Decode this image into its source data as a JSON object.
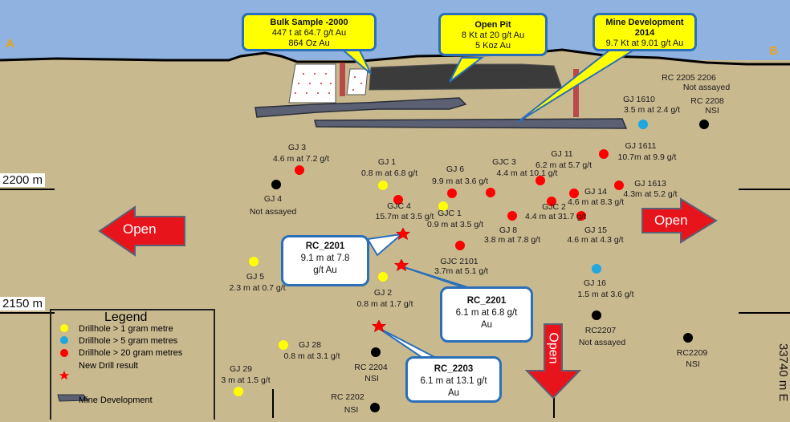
{
  "section": {
    "left_letter": "A",
    "right_letter": "B"
  },
  "elevations": {
    "upper": "2200 m",
    "lower": "2150 m"
  },
  "easting": "33740 m E",
  "callouts": {
    "bulk": {
      "title": "Bulk Sample -2000",
      "line1": "447 t at  64.7 g/t Au",
      "line2": "864 Oz Au"
    },
    "openpit": {
      "title": "Open Pit",
      "line1": "8 Kt at 20 g/t Au",
      "line2": "5 Koz Au"
    },
    "minedev": {
      "title": "Mine Development",
      "line1": "2014",
      "line2": "9.7 Kt at 9.01 g/t Au"
    }
  },
  "results": [
    {
      "title": "RC_2201",
      "line1": "9.1 m at 7.8",
      "line2": "g/t Au"
    },
    {
      "title": "RC_2201",
      "line1": "6.1 m at 6.8 g/t",
      "line2": "Au"
    },
    {
      "title": "RC_2203",
      "line1": "6.1 m at 13.1 g/t",
      "line2": "Au"
    }
  ],
  "open_labels": {
    "left": "Open",
    "right": "Open",
    "down": "Open"
  },
  "drillholes": [
    {
      "id": "gj3",
      "name": "GJ 3",
      "result": "4.6 m at  7.2 g/t",
      "class": "red"
    },
    {
      "id": "gj4",
      "name": "GJ 4",
      "result": "Not assayed",
      "class": "black"
    },
    {
      "id": "gj1",
      "name": "GJ 1",
      "result": "0.8 m at 6.8 g/t",
      "class": "yellow"
    },
    {
      "id": "gj6",
      "name": "GJ 6",
      "result": "9.9 m at 3.6 g/t",
      "class": "red"
    },
    {
      "id": "gjc3",
      "name": "GJC 3",
      "result": "4.4 m at 10.1 g/t",
      "class": "red"
    },
    {
      "id": "gj11",
      "name": "GJ 11",
      "result": "6.2 m at 5.7 g/t",
      "class": "red"
    },
    {
      "id": "gj1611",
      "name": "GJ 1611",
      "result": "10.7m  at 9.9 g/t",
      "class": "red"
    },
    {
      "id": "gj1613",
      "name": "GJ 1613",
      "result": "4.3m  at 5.2 g/t",
      "class": "red"
    },
    {
      "id": "gjc4",
      "name": "GJC 4",
      "result": "15.7m at 3.5 g/t",
      "class": "red"
    },
    {
      "id": "gjc1",
      "name": "GJC 1",
      "result": "0.9 m at 3.5 g/t",
      "class": "yellow"
    },
    {
      "id": "gj14",
      "name": "GJ 14",
      "result": "4.6 m at 8.3 g/t",
      "class": "red"
    },
    {
      "id": "gjc2",
      "name": "GJC 2",
      "result": "4.4 m at 31.7 g/t",
      "class": "red"
    },
    {
      "id": "gj8",
      "name": "GJ 8",
      "result": "3.8 m at 7.8 g/t",
      "class": "red"
    },
    {
      "id": "gj15",
      "name": "GJ 15",
      "result": "4.6 m at 4.3 g/t",
      "class": "red"
    },
    {
      "id": "gjc2101",
      "name": "GJC 2101",
      "result": "3.7m  at 5.1 g/t",
      "class": "red"
    },
    {
      "id": "gj5",
      "name": "GJ 5",
      "result": "2.3 m at 0.7 g/t",
      "class": "yellow"
    },
    {
      "id": "gj2",
      "name": "GJ 2",
      "result": "0.8 m at 1.7 g/t",
      "class": "yellow"
    },
    {
      "id": "gj16",
      "name": "GJ 16",
      "result": "1.5 m at 3.6 g/t",
      "class": "blue"
    },
    {
      "id": "rc2207",
      "name": "RC2207",
      "result": "Not assayed",
      "class": "black"
    },
    {
      "id": "gj28",
      "name": "GJ 28",
      "result": "0.8 m at 3.1 g/t",
      "class": "yellow"
    },
    {
      "id": "rc2204",
      "name": "RC 2204",
      "result": "NSI",
      "class": "black"
    },
    {
      "id": "rc2209",
      "name": "RC2209",
      "result": "NSI",
      "class": "black"
    },
    {
      "id": "gj29",
      "name": "GJ 29",
      "result": "3 m at 1.5 g/t",
      "class": "yellow"
    },
    {
      "id": "rc2202",
      "name": "RC 2202",
      "result": "NSI",
      "class": "black"
    },
    {
      "id": "gj1610",
      "name": "GJ 1610",
      "result": "3.5 m at 2.4 g/t",
      "class": "blue"
    },
    {
      "id": "rc2208",
      "name": "RC 2208",
      "result": "NSI",
      "class": "black"
    },
    {
      "id": "rc2205",
      "name": "RC 2205 2206",
      "result": "Not assayed",
      "class": "none"
    }
  ],
  "legend": {
    "title": "Legend",
    "items": [
      {
        "label": "Drillhole > 1 gram metre",
        "color": "#ffff00"
      },
      {
        "label": "Drillhole > 5 gram metres",
        "color": "#1ea7e1"
      },
      {
        "label": "Drillhole > 20 gram metres",
        "color": "#ff0000"
      },
      {
        "label": "New Drill result",
        "color": "#ff0000"
      },
      {
        "label": "Mine Development",
        "color": "#5b6172"
      }
    ]
  },
  "colors": {
    "sky": "#8fb2e0",
    "ground": "#c9b98f",
    "red_hole": "#ff0000",
    "yellow_hole": "#ffff00",
    "blue_hole": "#1ea7e1",
    "black_hole": "#000000",
    "arrow": "#e8141c"
  }
}
